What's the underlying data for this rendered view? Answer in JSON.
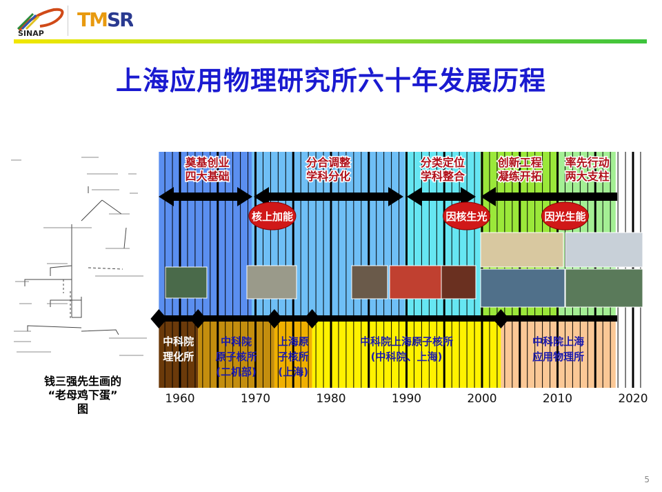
{
  "header": {
    "logo_sinap": "SINAP",
    "logo_tmsr": "TMSR",
    "title": "上海应用物理研究所六十年发展历程"
  },
  "sketch_caption": [
    "钱三强先生画的",
    "“老母鸡下蛋”",
    "图"
  ],
  "timeline": {
    "year_labels": [
      "1960",
      "1970",
      "1980",
      "1990",
      "2000",
      "2010",
      "2020"
    ],
    "phases": [
      {
        "line1": "奠基创业",
        "line2": "四大基础",
        "start": 1957.2,
        "end": 1969.5,
        "color": "#5b8ff0"
      },
      {
        "line1": "分合调整",
        "line2": "学科分化",
        "start": 1969.5,
        "end": 1989.8,
        "color": "#6fbff6"
      },
      {
        "line1": "分类定位",
        "line2": "学科整合",
        "start": 1989.8,
        "end": 1999.8,
        "color": "#66e6f2"
      },
      {
        "line1": "创新工程",
        "line2": "凝练开拓",
        "start": 1999.8,
        "end": 2010.2,
        "color": "#9be83a"
      },
      {
        "line1": "率先行动",
        "line2": "两大支柱",
        "start": 2010.2,
        "end": 2017.7,
        "color": "#a4ef94"
      }
    ],
    "milestones": [
      {
        "label": "核上加能",
        "year": 1970.5
      },
      {
        "label": "因核生光",
        "year": 1999.5
      },
      {
        "label": "因光生能",
        "year": 2011
      }
    ],
    "institutes": [
      {
        "lines": [
          "中科院",
          "理化所"
        ],
        "start": 1957.2,
        "end": 1962.4,
        "color": "#6b3a0a",
        "text": "#ffffff"
      },
      {
        "lines": [
          "中科院",
          "原子核所",
          "(二机部)"
        ],
        "start": 1962.4,
        "end": 1972.5,
        "color": "#c48e0e",
        "text": "#1a1ab0"
      },
      {
        "lines": [
          "上海原",
          "子核所",
          "(上海)"
        ],
        "start": 1972.5,
        "end": 1977.5,
        "color": "#f0b000",
        "text": "#1a1ab0"
      },
      {
        "lines": [
          "中科院上海原子核所",
          "(中科院、上海)"
        ],
        "start": 1977.5,
        "end": 2002.5,
        "color": "#fff200",
        "text": "#1a1ab0"
      },
      {
        "lines": [
          "中科院上海",
          "应用物理所"
        ],
        "start": 2002.5,
        "end": 2017.7,
        "color": "#fbc896",
        "text": "#1a1ab0"
      }
    ]
  },
  "page_number": "5"
}
